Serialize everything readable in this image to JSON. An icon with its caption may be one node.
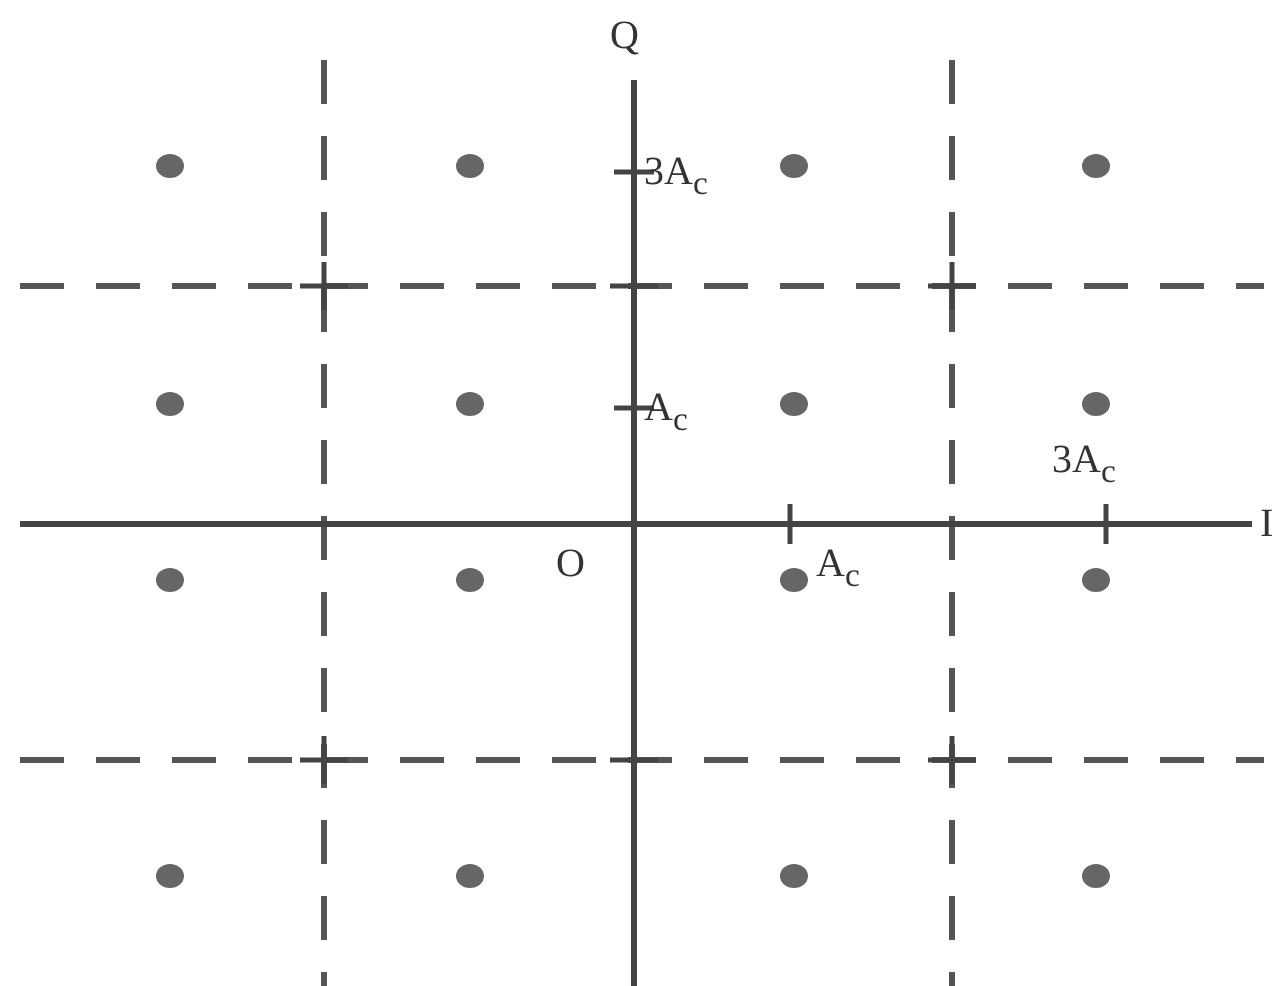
{
  "diagram": {
    "labels": [
      "Q",
      "3A$_{c}$",
      "A$_{c}$",
      "3A$_{c}$",
      "O",
      "A$_{c}$",
      "I"
    ]
  }
}
